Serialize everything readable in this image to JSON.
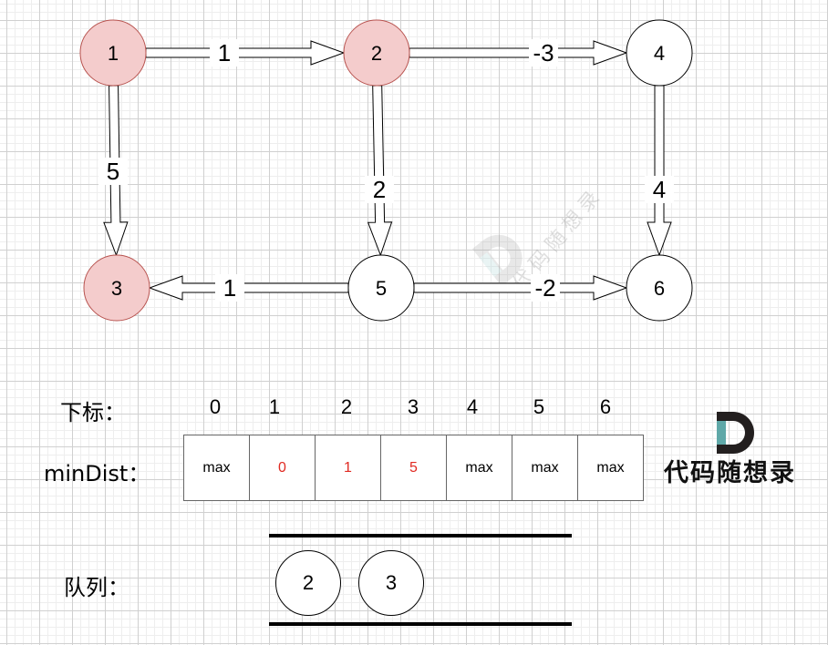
{
  "graph": {
    "nodes": [
      {
        "id": "1",
        "label": "1",
        "visited": true
      },
      {
        "id": "2",
        "label": "2",
        "visited": true
      },
      {
        "id": "3",
        "label": "3",
        "visited": true
      },
      {
        "id": "4",
        "label": "4",
        "visited": false
      },
      {
        "id": "5",
        "label": "5",
        "visited": false
      },
      {
        "id": "6",
        "label": "6",
        "visited": false
      }
    ],
    "edges": [
      {
        "from": "1",
        "to": "2",
        "weight": "1"
      },
      {
        "from": "2",
        "to": "4",
        "weight": "-3"
      },
      {
        "from": "1",
        "to": "3",
        "weight": "5"
      },
      {
        "from": "2",
        "to": "5",
        "weight": "2"
      },
      {
        "from": "4",
        "to": "6",
        "weight": "4"
      },
      {
        "from": "5",
        "to": "3",
        "weight": "1"
      },
      {
        "from": "5",
        "to": "6",
        "weight": "-2"
      }
    ],
    "colors": {
      "visited_fill": "#f4cccc",
      "visited_stroke": "#b85450",
      "default_fill": "#ffffff",
      "default_stroke": "#000000"
    }
  },
  "array": {
    "index_label": "下标：",
    "indices": [
      "0",
      "1",
      "2",
      "3",
      "4",
      "5",
      "6"
    ],
    "dist_label": "minDist：",
    "values": [
      {
        "text": "max",
        "highlight": false
      },
      {
        "text": "0",
        "highlight": true
      },
      {
        "text": "1",
        "highlight": true
      },
      {
        "text": "5",
        "highlight": true
      },
      {
        "text": "max",
        "highlight": false
      },
      {
        "text": "max",
        "highlight": false
      },
      {
        "text": "max",
        "highlight": false
      }
    ],
    "highlight_color": "#e02a22"
  },
  "queue": {
    "label": "队列：",
    "items": [
      "2",
      "3"
    ]
  },
  "watermark": {
    "text": "代码随想录"
  },
  "logo": {
    "text": "代码随想录",
    "dark_color": "#231f1f",
    "accent_color": "#5fa8a8"
  }
}
